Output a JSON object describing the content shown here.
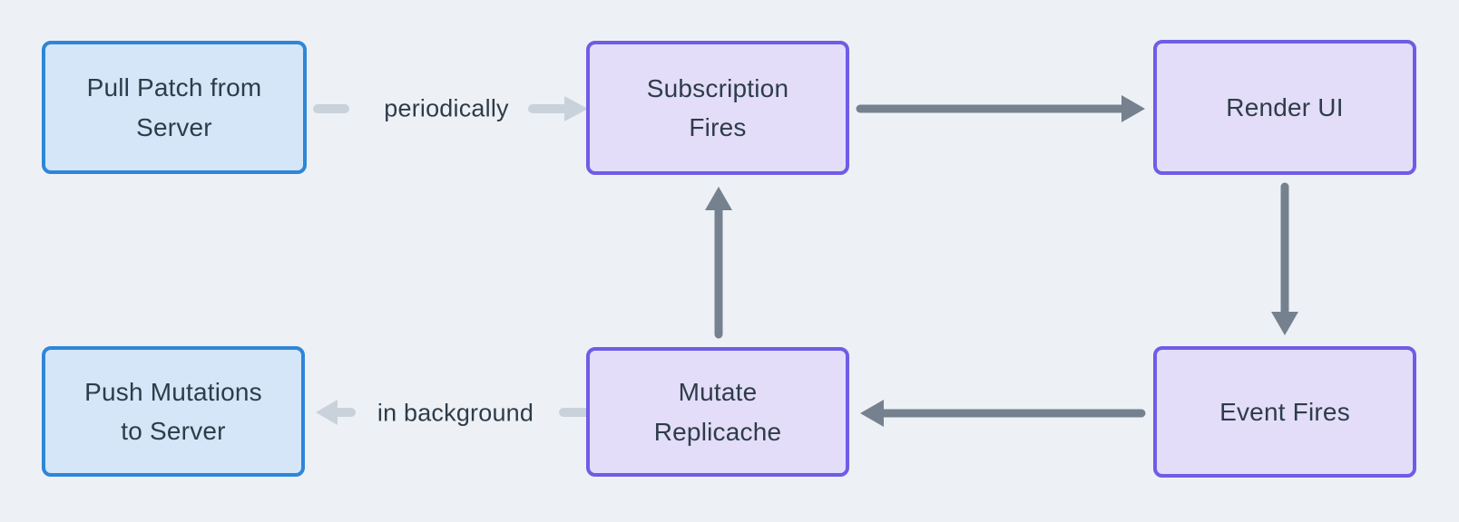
{
  "diagram": {
    "background_color": "#edf1f5",
    "text_color": "#2e3c4a",
    "colors": {
      "blue_node_fill": "#d5e6f8",
      "blue_node_border": "#2e86d8",
      "purple_node_fill": "#e3ddf9",
      "purple_node_border": "#6f5ce6",
      "dark_arrow": "#75818f",
      "light_arrow": "#c9d2da"
    },
    "nodes": [
      {
        "id": "pull-patch",
        "label": "Pull Patch from Server",
        "style": "blue"
      },
      {
        "id": "subscription-fires",
        "label": "Subscription Fires",
        "style": "purple"
      },
      {
        "id": "render-ui",
        "label": "Render UI",
        "style": "purple"
      },
      {
        "id": "push-mutations",
        "label": "Push Mutations to Server",
        "style": "blue"
      },
      {
        "id": "mutate-replicache",
        "label": "Mutate Replicache",
        "style": "purple"
      },
      {
        "id": "event-fires",
        "label": "Event Fires",
        "style": "purple"
      }
    ],
    "edges": [
      {
        "from": "Pull Patch from Server",
        "to": "Subscription Fires",
        "label": "periodically",
        "style": "light"
      },
      {
        "from": "Subscription Fires",
        "to": "Render UI",
        "label": "",
        "style": "dark"
      },
      {
        "from": "Render UI",
        "to": "Event Fires",
        "label": "",
        "style": "dark"
      },
      {
        "from": "Event Fires",
        "to": "Mutate Replicache",
        "label": "",
        "style": "dark"
      },
      {
        "from": "Mutate Replicache",
        "to": "Subscription Fires",
        "label": "",
        "style": "dark"
      },
      {
        "from": "Mutate Replicache",
        "to": "Push Mutations to Server",
        "label": "in background",
        "style": "light"
      }
    ]
  }
}
